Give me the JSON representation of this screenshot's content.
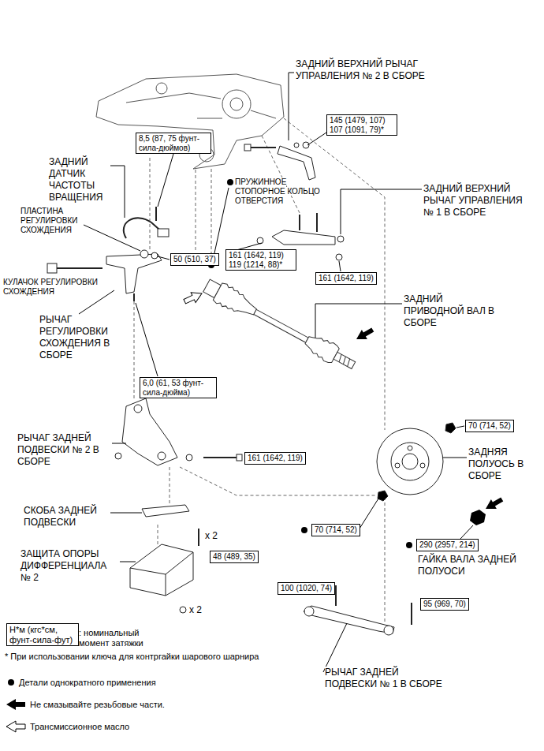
{
  "diagram": {
    "nodes": [
      {
        "text": [
          "145 (1479, 107) 107 (1091, 79)*"
        ]
      },
      {
        "text": [
          "8,5 (87, 75 фунт-сила-дюймов)"
        ]
      },
      {
        "text": [
          "50 (510, 37)"
        ]
      },
      {
        "text": [
          "161 (1642, 119) 119 (1214, 88)*"
        ]
      },
      {
        "text": [
          "161 (1642, 119)"
        ]
      },
      {
        "text": [
          "6,0 (61, 53 фунт-сила-дюйма)"
        ]
      },
      {
        "text": [
          "70 (714, 52)"
        ]
      },
      {
        "text": [
          "161 (1642, 119)"
        ]
      },
      {
        "text": [
          "70 (714, 52)"
        ]
      },
      {
        "text": [
          "290 (2957, 214)"
        ]
      },
      {
        "text": [
          "48 (489, 35)"
        ]
      },
      {
        "text": [
          "100 (1020, 74)"
        ]
      },
      {
        "text": [
          "95 (969, 70)"
        ]
      },
      {
        "text": [
          "Н*м (кгс*см, фунт-сила-фут)"
        ]
      }
    ],
    "labels": [
      "ЗАДНИЙ ВЕРХНИЙ РЫЧАГ УПРАВЛЕНИЯ № 2 В СБОРЕ",
      "ЗАДНИЙ ДАТЧИК ЧАСТОТЫ ВРАЩЕНИЯ",
      "ПРУЖИННОЕ СТОПОРНОЕ КОЛЬЦО ОТВЕРСТИЯ",
      "ЗАДНИЙ ВЕРХНИЙ РЫЧАГ УПРАВЛЕНИЯ № 1 В СБОРЕ",
      "ПЛАСТИНА РЕГУЛИРОВКИ СХОЖДЕНИЯ",
      "КУЛАЧОК РЕГУЛИРОВКИ СХОЖДЕНИЯ",
      "РЫЧАГ РЕГУЛИРОВКИ СХОЖДЕНИЯ В СБОРЕ",
      "ЗАДНИЙ ПРИВОДНОЙ ВАЛ В СБОРЕ",
      "РЫЧАГ ЗАДНЕЙ ПОДВЕСКИ № 2 В СБОРЕ",
      "ЗАДНЯЯ ПОЛУОСЬ В СБОРЕ",
      "СКОБА ЗАДНЕЙ ПОДВЕСКИ",
      "x 2",
      "ЗАЩИТА ОПОРЫ ДИФФЕРЕНЦИАЛА № 2",
      "x 2",
      "ГАЙКА ВАЛА ЗАДНЕЙ ПОЛУОСИ",
      "РЫЧАГ ЗАДНЕЙ ПОДВЕСКИ № 1 В СБОРЕ",
      ": номинальный момент затяжки",
      "* При использовании ключа для контргайки шарового шарнира"
    ],
    "legend": [
      {
        "text": "Детали однократного применения"
      },
      {
        "text": "Не смазывайте резьбовые части."
      },
      {
        "text": "Трансмиссионное масло"
      }
    ]
  }
}
